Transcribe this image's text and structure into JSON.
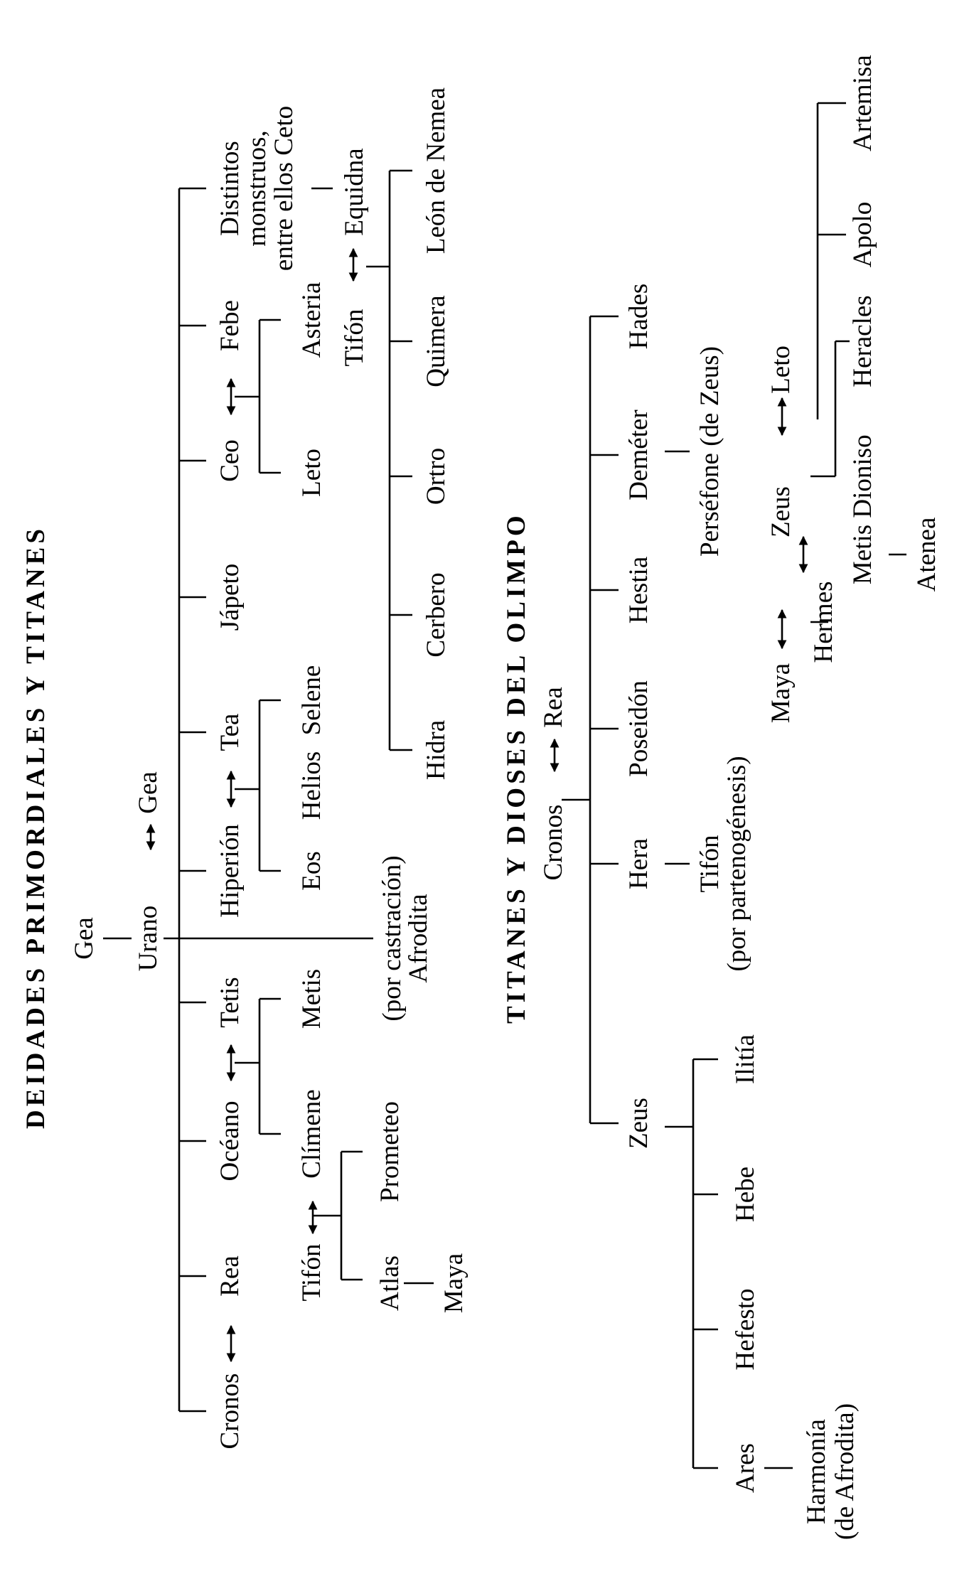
{
  "diagram_1": {
    "title": "DEIDADES PRIMORDIALES Y TITANES",
    "nodes": {
      "gea_root": "Gea",
      "urano": "Urano",
      "gea_partner": "Gea",
      "cronos": "Cronos",
      "rea": "Rea",
      "oceano": "Océano",
      "tetis": "Tetis",
      "hiperion": "Hiperión",
      "tea": "Tea",
      "japeto": "Jápeto",
      "ceo": "Ceo",
      "febe": "Febe",
      "distintos_1": "Distintos",
      "distintos_2": "monstruos,",
      "distintos_3": "entre ellos Ceto",
      "tifon_a": "Tifón",
      "climene": "Clímene",
      "metis_a": "Metis",
      "castracion": "(por castración)",
      "afrodita": "Afrodita",
      "eos": "Eos",
      "helios": "Helios",
      "selene": "Selene",
      "leto_a": "Leto",
      "asteria": "Asteria",
      "tifon_b": "Tifón",
      "equidna": "Equidna",
      "atlas": "Atlas",
      "prometeo": "Prometeo",
      "maya_a": "Maya",
      "hidra": "Hidra",
      "cerbero": "Cerbero",
      "ortro": "Ortro",
      "quimera": "Quimera",
      "leon": "León de Nemea"
    }
  },
  "diagram_2": {
    "title": "TITANES Y DIOSES DEL OLIMPO",
    "nodes": {
      "cronos": "Cronos",
      "rea": "Rea",
      "zeus": "Zeus",
      "hera": "Hera",
      "poseidon": "Poseidón",
      "hestia": "Hestia",
      "demeter": "Deméter",
      "hades": "Hades",
      "tifon": "Tifón",
      "partenogenesis": "(por partenogénesis)",
      "persefone": "Perséfone (de Zeus)",
      "ares": "Ares",
      "hefesto": "Hefesto",
      "hebe": "Hebe",
      "ilitia": "Ilitía",
      "harmonia_1": "Harmonía",
      "harmonia_2": "(de Afrodita)",
      "maya": "Maya",
      "hermes": "Hermes",
      "zeus_b": "Zeus",
      "metis": "Metis",
      "atenea": "Atenea",
      "leto": "Leto",
      "dioniso": "Dioniso",
      "heracles": "Heracles",
      "apolo": "Apolo",
      "artemisa": "Artemisa"
    }
  }
}
